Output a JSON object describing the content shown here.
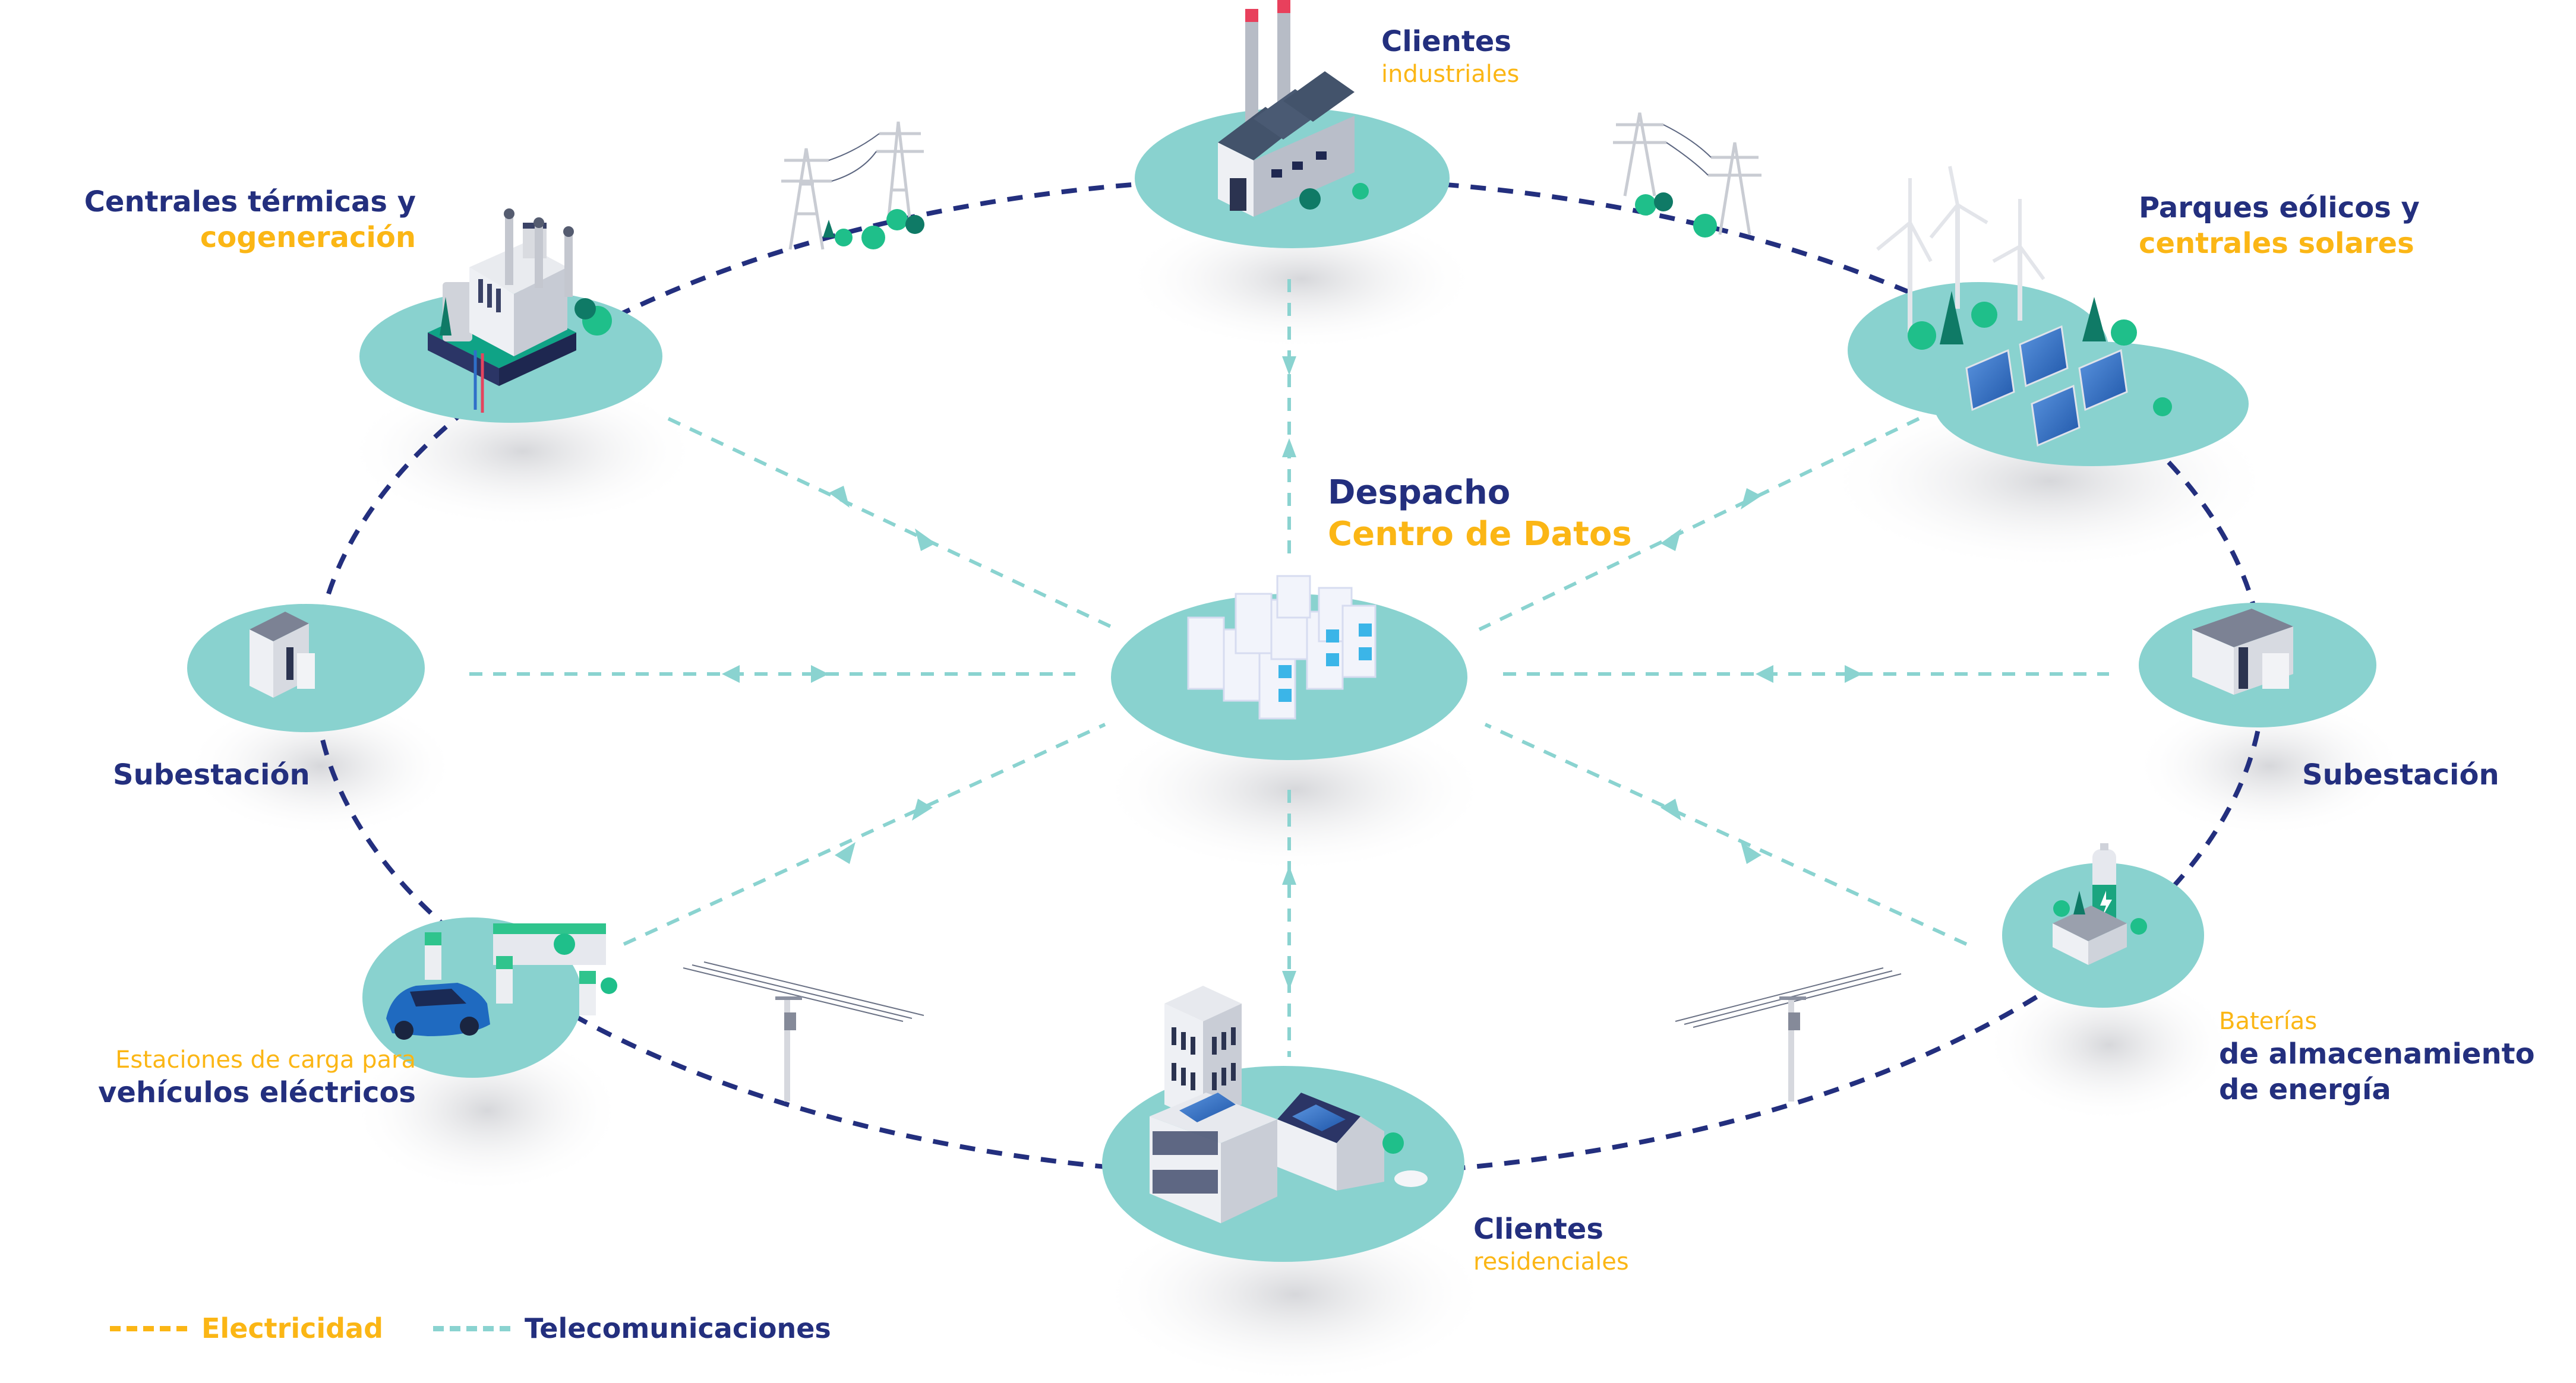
{
  "colors": {
    "navy": "#232f7e",
    "gold": "#fbb615",
    "teal_island": "#89d2cf",
    "telecom_line": "#8ad3d0",
    "electric_line": "#232f7e",
    "tree_green": "#1fbf8a",
    "tree_dark": "#0f7a66",
    "building_gray": "#e6e8ee",
    "roof_slate": "#43536b",
    "solar_blue": "#2d6fc4"
  },
  "nodes": {
    "thermal": {
      "line1": "Centrales térmicas y",
      "line2": "cogeneración",
      "icon": "thermal-plant-icon"
    },
    "industrial": {
      "line1": "Clientes",
      "line2": "industriales",
      "icon": "factory-icon"
    },
    "renewables": {
      "line1": "Parques eólicos y",
      "line2": "centrales solares",
      "icon": "wind-solar-icon"
    },
    "dispatch": {
      "line1": "Despacho",
      "line2": "Centro de Datos",
      "icon": "data-center-icon"
    },
    "substation_left": {
      "label": "Subestación",
      "icon": "substation-icon"
    },
    "substation_right": {
      "label": "Subestación",
      "icon": "substation-icon"
    },
    "ev": {
      "line1": "Estaciones de carga para",
      "line2": "vehículos eléctricos",
      "icon": "ev-charging-icon"
    },
    "residential": {
      "line1": "Clientes",
      "line2": "residenciales",
      "icon": "residential-building-icon"
    },
    "battery": {
      "line1": "Baterías",
      "line2": "de almacenamiento",
      "line3": "de energía",
      "icon": "battery-storage-icon"
    }
  },
  "legend": {
    "electricity": "Electricidad",
    "telecom": "Telecomunicaciones"
  },
  "connections": {
    "electricity_ring": [
      "thermal",
      "industrial",
      "renewables",
      "substation_right",
      "battery",
      "residential",
      "ev",
      "substation_left"
    ],
    "telecom_links": [
      "thermal",
      "industrial",
      "renewables",
      "substation_left",
      "substation_right",
      "ev",
      "residential",
      "battery"
    ]
  }
}
